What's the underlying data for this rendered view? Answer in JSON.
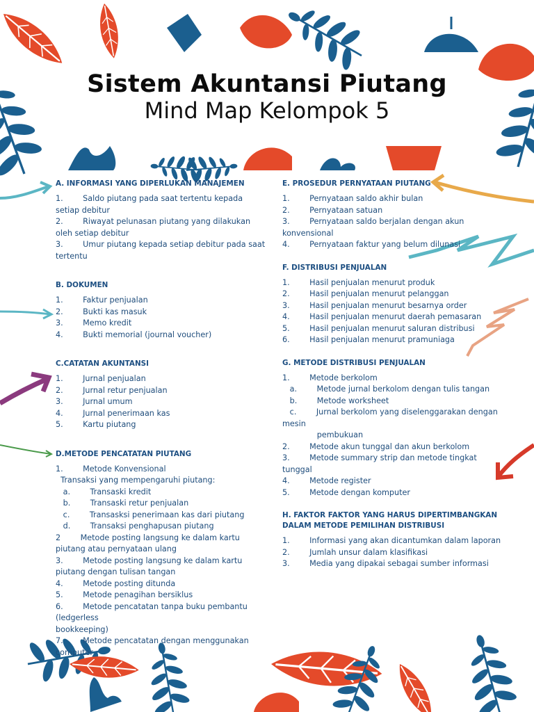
{
  "title": "Sistem Akuntansi Piutang",
  "subtitle": "Mind Map Kelompok 5",
  "colors": {
    "navy": "#1b5f8f",
    "red": "#e44a2a",
    "heading": "#1d4f82",
    "text": "#1f4d7c"
  },
  "left_column": [
    {
      "heading": "A. INFORMASI YANG DIPERLUKAN MANAJEMEN",
      "items": [
        "1.        Saldo piutang pada saat tertentu kepada setiap debitur",
        "2.        Riwayat pelunasan piutang yang dilakukan oleh setiap debitur",
        "3.        Umur piutang kepada setiap debitur pada saat tertentu"
      ]
    },
    {
      "heading": "B. DOKUMEN",
      "items": [
        "1.        Faktur penjualan",
        "2.        Bukti kas masuk",
        "3.        Memo kredit",
        "4.        Bukti memorial (journal voucher)"
      ]
    },
    {
      "heading": "C.CATATAN AKUNTANSI",
      "items": [
        "1.        Jurnal penjualan",
        "2.        Jurnal retur penjualan",
        "3.        Jurnal umum",
        "4.        Jurnal penerimaan kas",
        "5.        Kartu piutang"
      ]
    },
    {
      "heading": "D.METODE PENCATATAN PIUTANG",
      "items": [
        "1.        Metode Konvensional",
        "  Transaksi yang mempengaruhi piutang:",
        "   a.        Transaski kredit",
        "   b.        Transaski retur penjualan",
        "   c.        Transasksi penerimaan kas dari piutang",
        "   d.        Transaksi penghapusan piutang",
        "2        Metode posting langsung ke dalam kartu piutang atau pernyataan ulang",
        "3.        Metode posting langsung ke dalam kartu piutang dengan tulisan tangan",
        "4.        Metode posting ditunda",
        "5.        Metode penagihan bersiklus",
        "6.        Metode pencatatan tanpa buku pembantu (ledgerless",
        "bookkeeping)",
        "7.        Metode pencatatan dengan menggunakan computer"
      ]
    }
  ],
  "right_column": [
    {
      "heading": "E. PROSEDUR PERNYATAAN PIUTANG",
      "items": [
        "1.        Pernyataan saldo akhir bulan",
        "2.        Pernyataan satuan",
        "3.        Pernyataan saldo berjalan dengan akun konvensional",
        "4.        Pernyataan faktur yang belum dilunasi"
      ]
    },
    {
      "heading": "F. DISTRIBUSI PENJUALAN",
      "items": [
        "1.        Hasil penjualan menurut produk",
        "2.        Hasil penjualan menurut pelanggan",
        "3.        Hasil penjualan menurut besarnya order",
        "4.        Hasil penjualan menurut daerah pemasaran",
        "5.        Hasil penjualan menurut saluran distribusi",
        "6.        Hasil penjualan menurut pramuniaga"
      ]
    },
    {
      "heading": "G. METODE DISTRIBUSI PENJUALAN",
      "items": [
        "1.        Metode berkolom",
        "   a.        Metode jurnal berkolom dengan tulis tangan",
        "   b.        Metode worksheet",
        "   c.        Jurnal berkolom yang diselenggarakan dengan mesin",
        "              pembukuan",
        "2.        Metode akun tunggal dan akun berkolom",
        "3.        Metode summary strip dan metode tingkat tunggal",
        "4.        Metode register",
        "5.        Metode dengan komputer"
      ]
    },
    {
      "heading": "H. FAKTOR FAKTOR YANG HARUS DIPERTIMBANGKAN DALAM METODE PEMILIHAN DISTRIBUSI",
      "items": [
        "1.        Informasi yang akan dicantumkan dalam laporan",
        "2.        Jumlah unsur dalam klasifikasi",
        "3.        Media yang dipakai sebagai sumber informasi"
      ]
    }
  ]
}
